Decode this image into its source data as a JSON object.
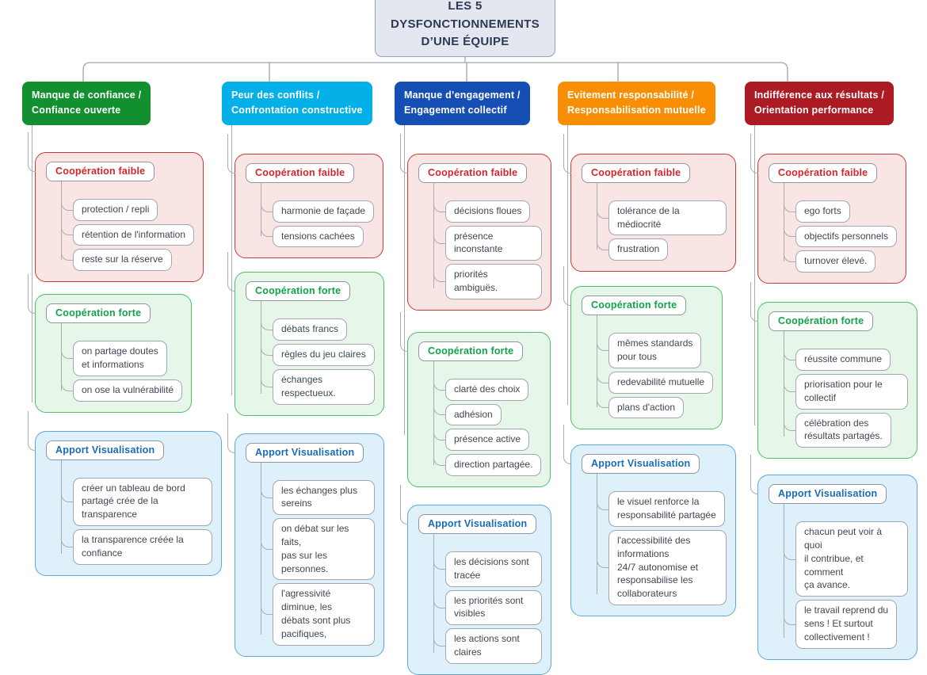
{
  "title": "LES 5\nDYSFONCTIONNEMENTS\nD’UNE ÉQUIPE",
  "palette": {
    "weak": {
      "bg": "#fae5e5",
      "border": "#c93a36",
      "label": "#d5262d"
    },
    "strong": {
      "bg": "#e6f7ea",
      "border": "#4dbd68",
      "label": "#0fa449"
    },
    "viz": {
      "bg": "#def0fa",
      "border": "#5ba8da",
      "label": "#1a6cb7"
    },
    "connector": "#a8acb5",
    "title_bg": "#e5e7f0",
    "title_text": "#2b3a55"
  },
  "columns": [
    {
      "header": "Manque de confiance /\nConfiance ouverte",
      "color": "#12902f",
      "sections": [
        {
          "type": "weak",
          "label": "Coopération faible",
          "items": [
            "protection / repli",
            "rétention de l'information",
            "reste sur la réserve"
          ]
        },
        {
          "type": "strong",
          "label": "Coopération forte",
          "items": [
            "on partage doutes\net informations",
            "on ose la vulnérabilité"
          ]
        },
        {
          "type": "viz",
          "label": "Apport Visualisation",
          "items": [
            "créer un tableau de bord\npartagé crée de la transparence",
            "la transparence créée la confiance"
          ]
        }
      ]
    },
    {
      "header": "Peur des conflits /\nConfrontation constructive",
      "color": "#05b0e9",
      "sections": [
        {
          "type": "weak",
          "label": "Coopération faible",
          "items": [
            "harmonie de façade",
            "tensions cachées"
          ]
        },
        {
          "type": "strong",
          "label": "Coopération forte",
          "items": [
            "débats francs",
            "règles du jeu claires",
            "échanges respectueux."
          ]
        },
        {
          "type": "viz",
          "label": "Apport Visualisation",
          "items": [
            "les échanges plus sereins",
            "on débat sur les faits,\npas sur les personnes.",
            "l'agressivité diminue, les\ndébats sont plus pacifiques,"
          ]
        }
      ]
    },
    {
      "header": "Manque d’engagement /\nEngagement collectif",
      "color": "#164fb4",
      "sections": [
        {
          "type": "weak",
          "label": "Coopération faible",
          "items": [
            "décisions floues",
            "présence inconstante",
            "priorités ambiguës."
          ]
        },
        {
          "type": "strong",
          "label": "Coopération forte",
          "items": [
            "clarté des choix",
            "adhésion",
            "présence active",
            "direction partagée."
          ]
        },
        {
          "type": "viz",
          "label": "Apport Visualisation",
          "items": [
            "les décisions sont tracée",
            "les priorités sont visibles",
            "les actions sont claires"
          ]
        }
      ]
    },
    {
      "header": "Evitement responsabilité /\nResponsabilisation mutuelle",
      "color": "#f88e04",
      "sections": [
        {
          "type": "weak",
          "label": "Coopération faible",
          "items": [
            "tolérance de la médiocrité",
            "frustration"
          ]
        },
        {
          "type": "strong",
          "label": "Coopération forte",
          "items": [
            "mêmes standards\npour tous",
            "redevabilité mutuelle",
            "plans d'action"
          ]
        },
        {
          "type": "viz",
          "label": "Apport Visualisation",
          "items": [
            "le visuel renforce la\nresponsabilité partagée",
            "l'accessibilité des informations\n24/7 autonomise et\nresponsabilise les collaborateurs"
          ]
        }
      ]
    },
    {
      "header": "Indifférence aux résultats /\nOrientation performance",
      "color": "#ac1b23",
      "sections": [
        {
          "type": "weak",
          "label": "Coopération faible",
          "items": [
            "ego forts",
            "objectifs personnels",
            "turnover élevé."
          ]
        },
        {
          "type": "strong",
          "label": "Coopération forte",
          "items": [
            "réussite commune",
            "priorisation pour le collectif",
            "célébration des\nrésultats partagés."
          ]
        },
        {
          "type": "viz",
          "label": "Apport Visualisation",
          "items": [
            "chacun peut voir à quoi\nil contribue, et comment\nça avance.",
            "le travail reprend du\nsens ! Et surtout\ncollectivement !"
          ]
        }
      ]
    }
  ]
}
